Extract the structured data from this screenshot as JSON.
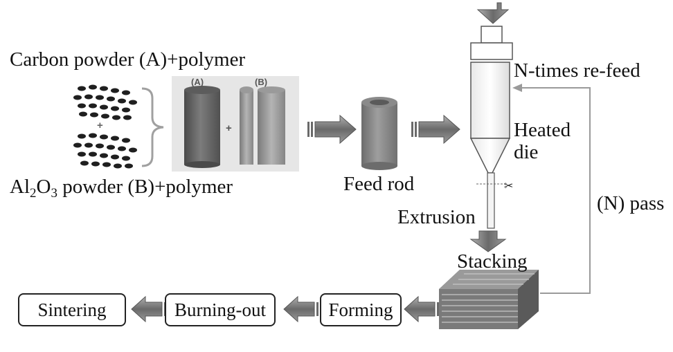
{
  "labels": {
    "carbon_powder": "Carbon powder (A)+polymer",
    "alumina_prefix": "Al",
    "alumina_sub1": "2",
    "alumina_mid": "O",
    "alumina_sub2": "3",
    "alumina_suffix": " powder (B)+polymer",
    "plus": "+",
    "cyl_a": "(A)",
    "cyl_b": "(B)",
    "feed_rod": "Feed rod",
    "n_times_refeed": "N-times re-feed",
    "heated": "Heated",
    "die": "die",
    "extrusion": "Extrusion",
    "stacking": "Stacking",
    "n_pass": "(N) pass"
  },
  "process_boxes": {
    "sintering": "Sintering",
    "burning_out": "Burning-out",
    "forming": "Forming"
  },
  "colors": {
    "cylinder_a": "#6e6e6e",
    "cylinder_b": "#9a9a9a",
    "feed_rod": "#8a8a8a",
    "arrow": "#7a7a7a",
    "line": "#9a9a9a",
    "panel_bg": "#e6e6e6"
  }
}
